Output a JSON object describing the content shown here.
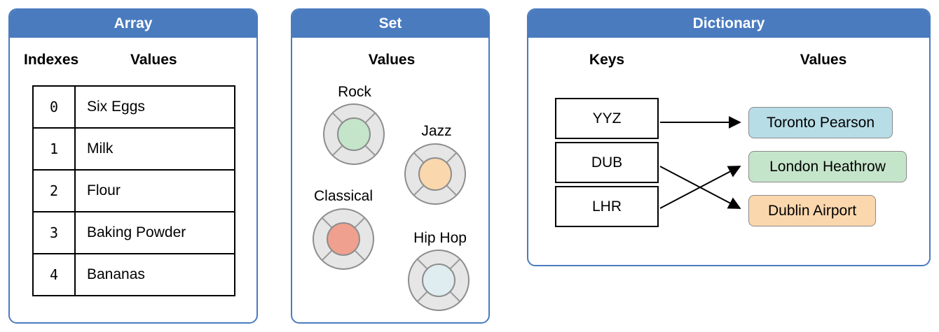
{
  "array": {
    "title": "Array",
    "indexes_header": "Indexes",
    "values_header": "Values",
    "rows": [
      {
        "index": "0",
        "value": "Six Eggs"
      },
      {
        "index": "1",
        "value": "Milk"
      },
      {
        "index": "2",
        "value": "Flour"
      },
      {
        "index": "3",
        "value": "Baking Powder"
      },
      {
        "index": "4",
        "value": "Bananas"
      }
    ]
  },
  "set": {
    "title": "Set",
    "values_header": "Values",
    "items": [
      {
        "label": "Rock",
        "color": "#c5e5cb"
      },
      {
        "label": "Jazz",
        "color": "#fbd7ad"
      },
      {
        "label": "Classical",
        "color": "#f0a08e"
      },
      {
        "label": "Hip Hop",
        "color": "#dfedf0"
      }
    ]
  },
  "dictionary": {
    "title": "Dictionary",
    "keys_header": "Keys",
    "values_header": "Values",
    "keys": [
      "YYZ",
      "DUB",
      "LHR"
    ],
    "values": [
      {
        "label": "Toronto Pearson",
        "color": "#b7dde7"
      },
      {
        "label": "London Heathrow",
        "color": "#c5e5cb"
      },
      {
        "label": "Dublin Airport",
        "color": "#fbd7ad"
      }
    ],
    "mappings": [
      {
        "key": "YYZ",
        "value": "Toronto Pearson"
      },
      {
        "key": "DUB",
        "value": "Dublin Airport"
      },
      {
        "key": "LHR",
        "value": "London Heathrow"
      }
    ]
  }
}
